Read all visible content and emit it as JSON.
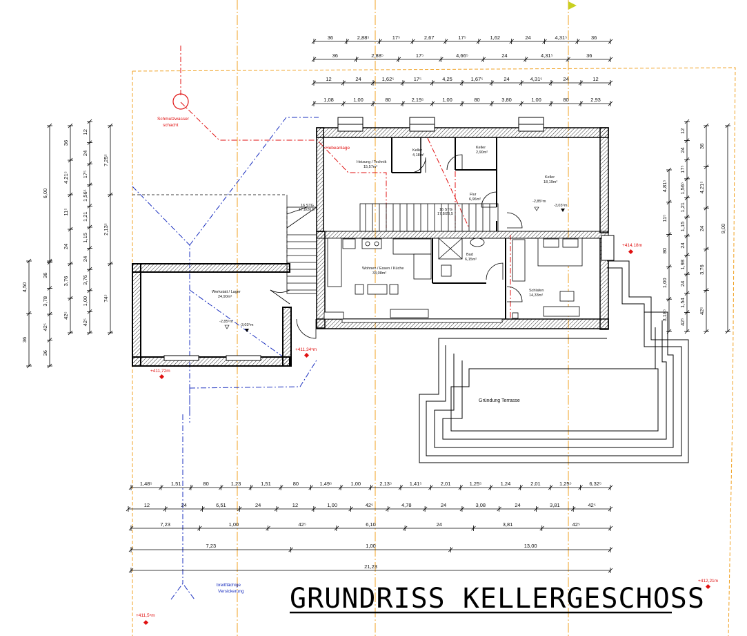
{
  "title": "GRUNDRISS KELLERGESCHOSS",
  "rooms": {
    "heizung": "Heizung / Technik",
    "heizung_area": "15,57m²",
    "keller1": "Keller",
    "keller1_area": "4,18m²",
    "keller2": "Keller",
    "keller2_area": "2,90m²",
    "keller3": "Keller",
    "keller3_area": "18,19m²",
    "flur": "Flur",
    "flur_area": "6,96m²",
    "wohnen": "Wohnen / Essen / Küche",
    "wohnen_area": "33,08m²",
    "bad": "Bad",
    "bad_area": "6,15m²",
    "schlafen": "Schlafen",
    "schlafen_area": "14,33m²",
    "werkstatt": "Werkstatt / Lager",
    "werkstatt_area": "24,90m²"
  },
  "labels": {
    "schmutzwasser": "Schmutzwasser",
    "schacht": "schacht",
    "hebeanlage": "Hebeanlage",
    "gruendung": "Gründung Terrasse",
    "versickerung1": "breitflächige",
    "versickerung2": "Versickerung",
    "stairs1": "16 STG",
    "stairs1b": "17,8/26,5",
    "stairs2": "16 STG",
    "stairs2b": "17,8/26,5"
  },
  "levels": {
    "l1": "-2,85⁵m",
    "l1b": "-3,03⁵m",
    "l2": "-2,85⁵m",
    "l2b": "-3,03⁵m",
    "h1": "+414,18m",
    "h2": "+411,34⁵m",
    "h3": "+411,72m",
    "h4": "+412,21m",
    "h5": "+411,5⁵m"
  },
  "dims_top": {
    "r1": [
      "36",
      "2,88⁵",
      "17⁵",
      "2,67",
      "17⁵",
      "1,62",
      "24",
      "4,31⁵",
      "36"
    ],
    "r2": [
      "36",
      "2,88⁵",
      "17⁵",
      "4,66⁵",
      "24",
      "4,31⁵",
      "36"
    ],
    "r3": [
      "12",
      "24",
      "1,62⁵",
      "17⁵",
      "4,25",
      "1,67⁵",
      "24",
      "4,31⁵",
      "24",
      "12"
    ],
    "r4": [
      "1,08",
      "1,00",
      "80",
      "2,19⁵",
      "1,00",
      "80",
      "3,80",
      "1,00",
      "80",
      "2,93"
    ]
  },
  "dims_bottom": {
    "r1": [
      "1,48⁵",
      "1,51",
      "80",
      "1,23",
      "1,51",
      "80",
      "1,49⁵",
      "1,00",
      "2,13⁵",
      "1,41⁵",
      "2,01",
      "1,25⁵",
      "1,24",
      "2,01",
      "1,25⁵",
      "6,32⁵"
    ],
    "r2": [
      "12",
      "24",
      "6,51",
      "24",
      "12",
      "1,00",
      "42⁵",
      "4,78",
      "24",
      "3,08",
      "24",
      "3,81",
      "42⁵"
    ],
    "r3": [
      "7,23",
      "1,00",
      "42⁵",
      "6,10",
      "24",
      "3,81",
      "42⁵"
    ],
    "r4": [
      "7,23",
      "1,00",
      "13,00"
    ],
    "r5": [
      "21,23"
    ]
  },
  "dims_left": {
    "c1": [
      "4,50",
      "36"
    ],
    "c2": [
      "36",
      "3,78",
      "42⁵",
      "36"
    ],
    "c3": [
      "36",
      "4,21⁵",
      "11⁵",
      "24",
      "3,76",
      "42⁵"
    ],
    "c4": [
      "12",
      "24",
      "17⁵",
      "1,56⁵",
      "1,21",
      "1,15",
      "24",
      "3,76",
      "1,00",
      "42⁵"
    ],
    "c5": [
      "7,25⁵",
      "2,13⁵",
      "74⁵"
    ],
    "c0": [
      "6,00"
    ]
  },
  "dims_right": {
    "c1": [
      "12",
      "24",
      "17⁵",
      "1,56⁵",
      "1,21",
      "1,15",
      "24",
      "1,98",
      "24",
      "1,54",
      "42⁵"
    ],
    "c2": [
      "4,81⁵",
      "11⁵",
      "80",
      "1,00",
      "3,18⁵"
    ],
    "c3": [
      "36",
      "4,21⁵",
      "24",
      "3,76",
      "42⁵"
    ],
    "c4": [
      "9,00"
    ]
  },
  "colors": {
    "wall": "#000000",
    "grid": "#f0a020",
    "site": "#f0a020",
    "sewer": "#e01010",
    "drain": "#1a2fbf",
    "marker": "#c8d020"
  }
}
